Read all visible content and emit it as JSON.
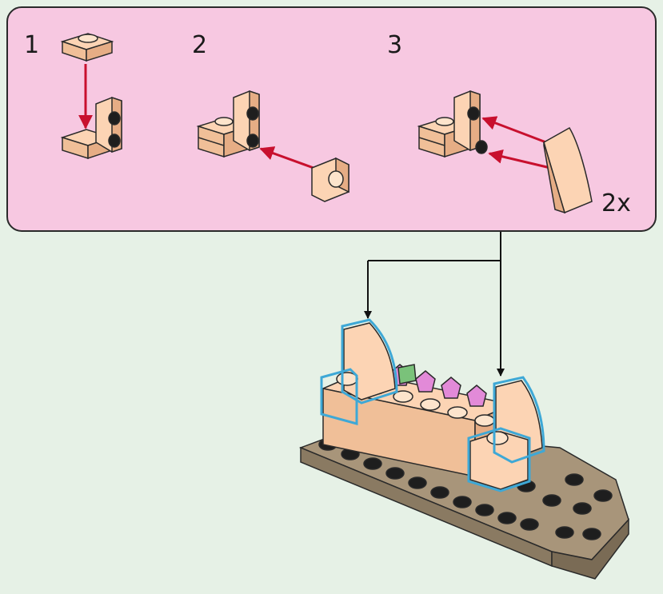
{
  "substep_panel": {
    "steps": [
      {
        "number": "1"
      },
      {
        "number": "2"
      },
      {
        "number": "3",
        "quantity": "2x"
      }
    ]
  },
  "colors": {
    "panel_bg": "#f7c8e1",
    "page_bg": "#e6f1e6",
    "brick_tan": "#fcd4b4",
    "brick_dark_tan": "#a8957a",
    "stud_black": "#1e1e1e",
    "arrow_red": "#c8102e",
    "highlight_blue": "#3ea8d6",
    "flower_pink": "#e28ad8"
  }
}
